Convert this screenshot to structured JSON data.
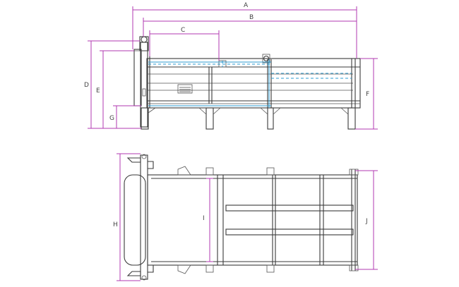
{
  "dimensions": {
    "A": "A",
    "B": "B",
    "C": "C",
    "D": "D",
    "E": "E",
    "F": "F",
    "G": "G",
    "H": "H",
    "I": "I",
    "J": "J"
  },
  "colors": {
    "dimension_lines": "#b03ab0",
    "outline": "#3a3a3a",
    "hidden_lines": "#2e9bd0"
  }
}
